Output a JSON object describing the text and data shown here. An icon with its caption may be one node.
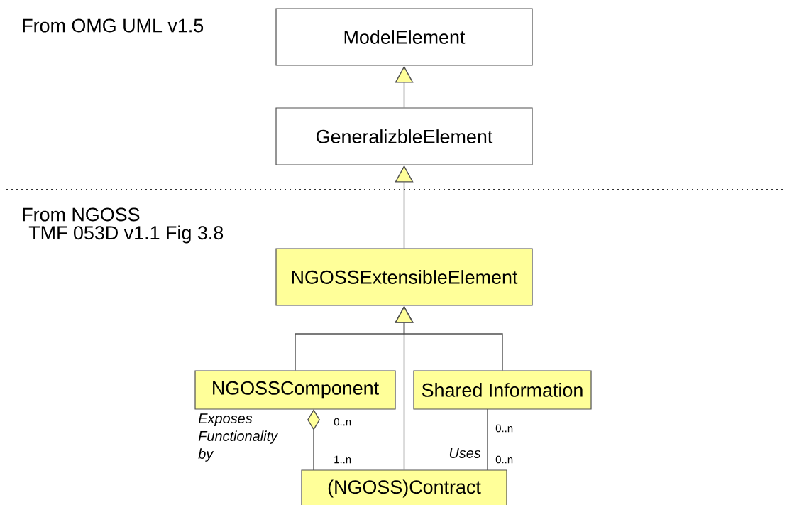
{
  "diagram": {
    "nodes": [
      {
        "text": [
          "ModelElement"
        ]
      },
      {
        "text": [
          "GeneralizbleElement"
        ]
      },
      {
        "text": [
          "NGOSSExtensibleElement"
        ]
      },
      {
        "text": [
          "NGOSSComponent"
        ]
      },
      {
        "text": [
          "Shared Information"
        ]
      },
      {
        "text": [
          "(NGOSS)Contract"
        ]
      }
    ],
    "edges": [
      {
        "from": 1,
        "to": 0,
        "arrow": "to"
      },
      {
        "from": 2,
        "to": 1,
        "arrow": "to"
      },
      {
        "from": 3,
        "to": 2,
        "arrow": "to"
      },
      {
        "from": 4,
        "to": 2,
        "arrow": "to"
      },
      {
        "from": 5,
        "to": 2,
        "arrow": "to"
      },
      {
        "from": 3,
        "to": 5,
        "arrow": "other",
        "label": "Exposes Functionality by"
      },
      {
        "from": 4,
        "to": 5,
        "arrow": "none",
        "label": "Uses"
      }
    ],
    "labels": [
      "From OMG UML v1.5",
      "From NGOSS",
      "TMF 053D v1.1 Fig 3.8",
      "0..n",
      "1..n",
      "0..n",
      "0..n"
    ]
  }
}
